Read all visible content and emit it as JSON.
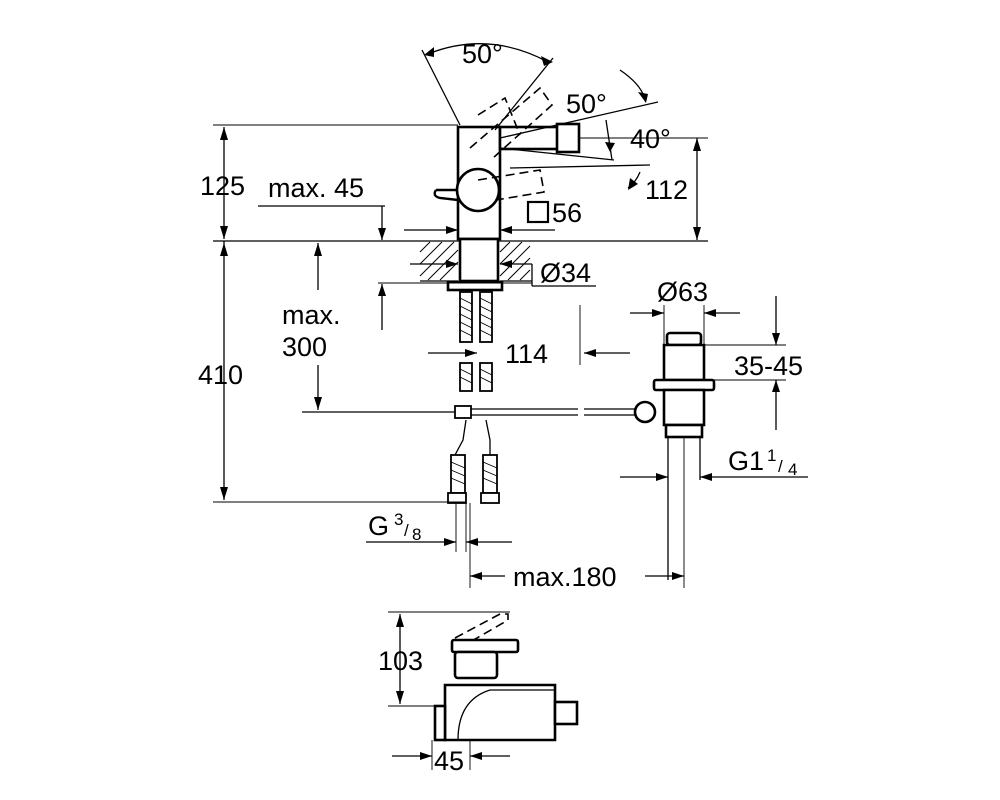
{
  "drawing": {
    "front_view": {
      "angle_lever_top": "50°",
      "angle_spout_top": "50°",
      "angle_spout_bottom": "40°",
      "height_125": "125",
      "height_112": "112",
      "deck_thickness_max": "max. 45",
      "base_square": "56",
      "hole_dia": "Ø34",
      "below_deck_line1": "max.",
      "below_deck_line2": "300",
      "total_410": "410",
      "center_114": "114",
      "waste_dia": "Ø63",
      "waste_range": "35-45",
      "waste_thread_main": "G1",
      "waste_thread_num": "1",
      "waste_thread_den": "4",
      "supply_thread_main": "G",
      "supply_thread_num": "3",
      "supply_thread_den": "8",
      "reach_180": "max.180"
    },
    "side_view": {
      "height_103": "103",
      "depth_45": "45"
    }
  }
}
